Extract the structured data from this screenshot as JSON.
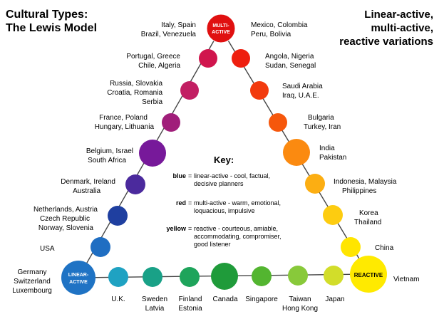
{
  "titles": {
    "left": [
      "Cultural Types:",
      "The Lewis Model"
    ],
    "right": [
      "Linear-active,",
      "multi-active,",
      "reactive variations"
    ]
  },
  "vertices": {
    "multi_active": [
      "MULTI-",
      "ACTIVE"
    ],
    "linear_active": [
      "LINEAR-",
      "ACTIVE"
    ],
    "reactive": [
      "REACTIVE"
    ]
  },
  "labels": {
    "italy": [
      "Italy, Spain",
      "Brazil, Venezuela"
    ],
    "portugal": [
      "Portugal, Greece",
      "Chile, Algeria"
    ],
    "russia": [
      "Russia, Slovakia",
      "Croatia, Romania",
      "Serbia"
    ],
    "france": [
      "France, Poland",
      "Hungary, Lithuania"
    ],
    "belgium": [
      "Belgium, Israel",
      "South Africa"
    ],
    "denmark": [
      "Denmark, Ireland",
      "Australia"
    ],
    "netherlands": [
      "Netherlands, Austria",
      "Czech Republic",
      "Norway, Slovenia"
    ],
    "usa": [
      "USA"
    ],
    "germany": [
      "Germany",
      "Switzerland",
      "Luxembourg"
    ],
    "mexico": [
      "Mexico, Colombia",
      "Peru, Bolivia"
    ],
    "angola": [
      "Angola, Nigeria",
      "Sudan, Senegal"
    ],
    "saudi": [
      "Saudi Arabia",
      "Iraq, U.A.E."
    ],
    "bulgaria": [
      "Bulgaria",
      "Turkey, Iran"
    ],
    "india": [
      "India",
      "Pakistan"
    ],
    "indonesia": [
      "Indonesia, Malaysia",
      "Philippines"
    ],
    "korea": [
      "Korea",
      "Thailand"
    ],
    "china": [
      "China"
    ],
    "vietnam": [
      "Vietnam"
    ],
    "uk": [
      "U.K."
    ],
    "sweden": [
      "Sweden",
      "Latvia"
    ],
    "finland": [
      "Finland",
      "Estonia"
    ],
    "canada": [
      "Canada"
    ],
    "singapore": [
      "Singapore"
    ],
    "taiwan": [
      "Taiwan",
      "Hong Kong"
    ],
    "japan": [
      "Japan"
    ]
  },
  "key": {
    "title": "Key:",
    "blue": {
      "word": "blue",
      "color": "#1f8fd6",
      "lines": [
        "linear-active - cool, factual,",
        "decisive planners"
      ]
    },
    "red": {
      "word": "red",
      "color": "#e01010",
      "lines": [
        "multi-active - warm, emotional,",
        "loquacious, impulsive"
      ]
    },
    "yellow": {
      "word": "yellow",
      "color": "#f2e600",
      "lines": [
        "reactive - courteous, amiable,",
        "accommodating, compromiser,",
        "good listener"
      ]
    },
    "equals": "="
  },
  "colors": {
    "multi_active": "#e01010",
    "linear_active": "#1f73c4",
    "reactive": "#ffea00",
    "line": "#444444"
  }
}
